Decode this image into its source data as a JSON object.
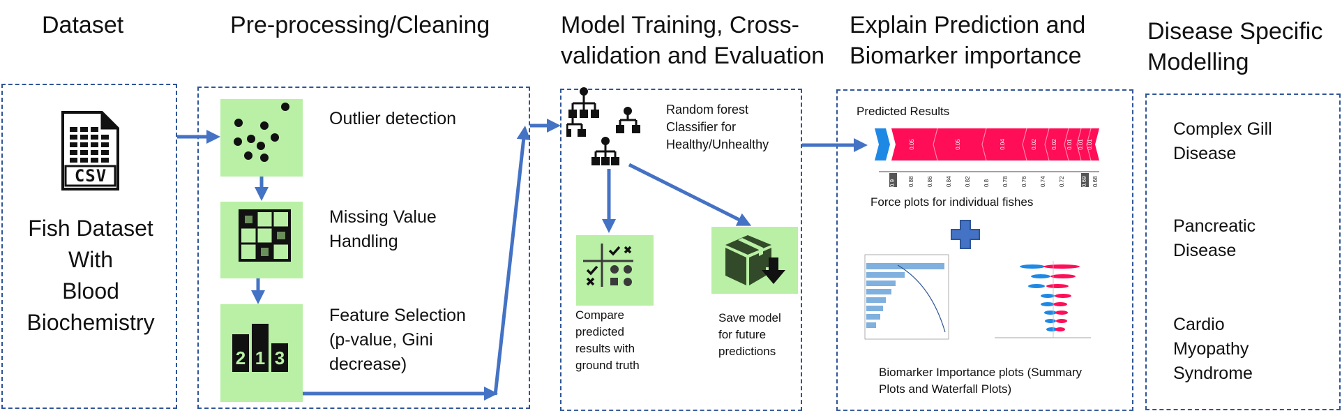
{
  "headers": {
    "dataset": "Dataset",
    "preprocessing": "Pre-processing/Cleaning",
    "training_1": "Model Training, Cross-",
    "training_2": "validation and Evaluation",
    "explain_1": "Explain Prediction and",
    "explain_2": "Biomarker importance",
    "disease_1": "Disease Specific",
    "disease_2": "Modelling"
  },
  "dataset": {
    "csv_icon_text": "CSV",
    "lines": [
      "Fish Dataset",
      "With",
      "Blood",
      "Biochemistry"
    ]
  },
  "preprocessing": {
    "outlier": [
      "Outlier detection"
    ],
    "missing": [
      "Missing Value",
      "Handling"
    ],
    "feature": [
      "Feature Selection",
      "(p-value, Gini",
      "decrease)"
    ],
    "rank_digits": [
      "2",
      "1",
      "3"
    ]
  },
  "training": {
    "rf": [
      "Random forest",
      "Classifier for",
      "Healthy/Unhealthy"
    ],
    "compare": [
      "Compare",
      "predicted",
      "results with",
      "ground truth"
    ],
    "save": [
      "Save model",
      "for future",
      "predictions"
    ]
  },
  "explain": {
    "predicted_results": "Predicted Results",
    "force_values": [
      "0.05",
      "0.05",
      "0.04",
      "0.02",
      "0.02",
      "0.01",
      "0.01",
      "0.01"
    ],
    "force_ticks": [
      "0.9",
      "0.88",
      "0.86",
      "0.84",
      "0.82",
      "0.8",
      "0.78",
      "0.76",
      "0.74",
      "0.72",
      "0.69",
      "0.68"
    ],
    "force_caption": "Force plots for individual fishes",
    "importance_caption": [
      "Biomarker Importance plots (Summary",
      "Plots and Waterfall Plots)"
    ]
  },
  "disease": {
    "d1": [
      "Complex Gill",
      "Disease"
    ],
    "d2": [
      "Pancreatic",
      "Disease"
    ],
    "d3": [
      "Cardio",
      "Myopathy",
      "Syndrome"
    ]
  },
  "colors": {
    "border": "#2f5597",
    "arrow": "#4472c4",
    "tile": "#b9f0a5",
    "force_red": "#ff0d57",
    "force_blue": "#1e88e5"
  }
}
